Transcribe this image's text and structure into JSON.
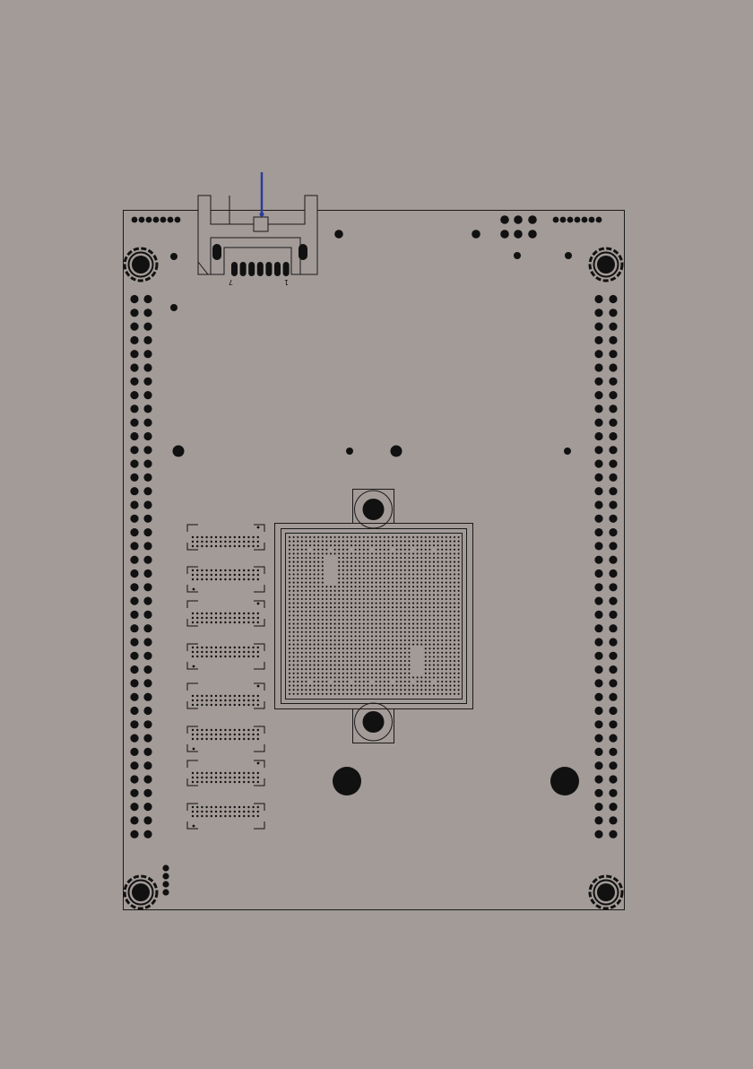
{
  "colors": {
    "background": "#a39b98",
    "ink": "#111111",
    "line": "#1a1a1a",
    "indicator": "#2b3e9b"
  },
  "connector": {
    "pin_count": 7,
    "label_left": "7",
    "label_right": "1"
  },
  "icons": {
    "mounting_hole": "mounting-hole-icon",
    "via": "via-icon",
    "pin_header": "pin-header-icon"
  }
}
